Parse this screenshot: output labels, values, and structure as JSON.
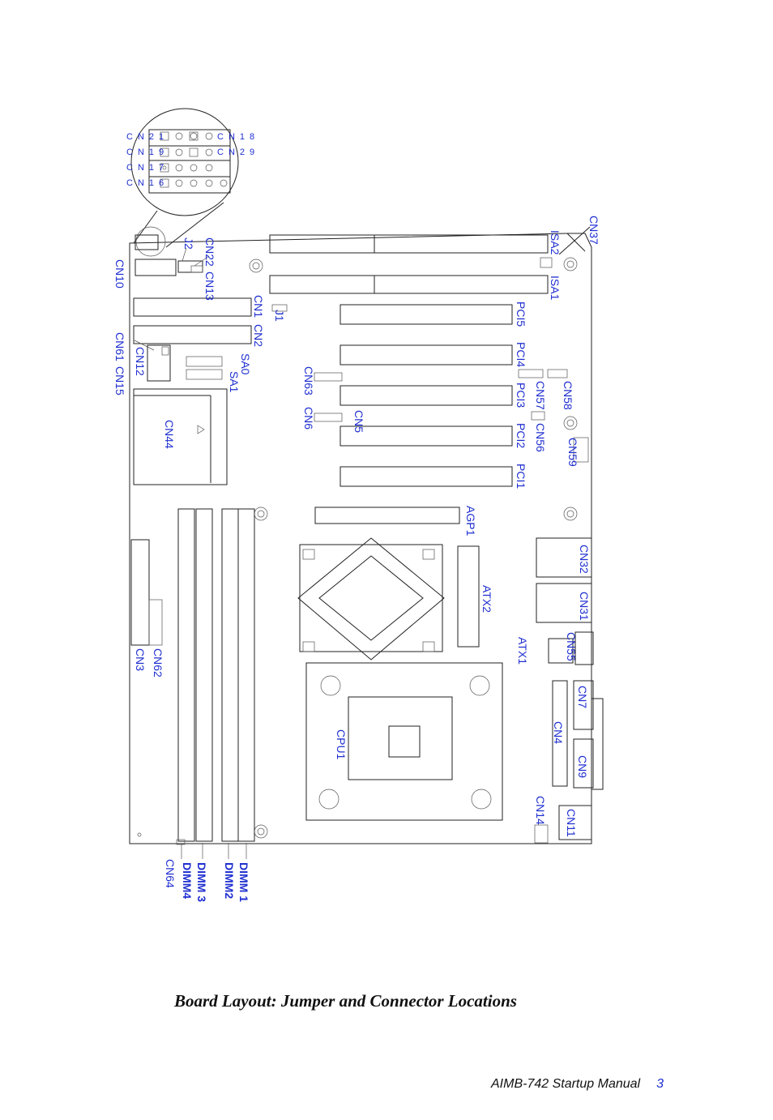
{
  "figure": {
    "caption": "Board Layout: Jumper and Connector Locations",
    "labels": {
      "cn21": "CN21",
      "cn19": "CN19",
      "cn17": "CN17",
      "cn16": "CN16",
      "cn18": "CN18",
      "cn29": "CN29",
      "cn37": "CN37",
      "cn10": "CN10",
      "j2": "J2",
      "cn22": "CN22",
      "cn13": "CN13",
      "isa2": "ISA2",
      "isa1": "ISA1",
      "cn1": "CN1",
      "j1": "J1",
      "cn2": "CN2",
      "pci5": "PCI5",
      "pci4": "PCI4",
      "pci3": "PCI3",
      "pci2": "PCI2",
      "pci1": "PCI1",
      "cn61": "CN61",
      "cn12": "CN12",
      "cn15": "CN15",
      "sa0": "SA0",
      "sa1": "SA1",
      "cn63": "CN63",
      "cn6": "CN6",
      "cn5": "CN5",
      "cn58": "CN58",
      "cn57": "CN57",
      "cn56": "CN56",
      "cn59": "CN59",
      "cn44": "CN44",
      "agp1": "AGP1",
      "cn32": "CN32",
      "cn31": "CN31",
      "atx2": "ATX2",
      "atx1": "ATX1",
      "cn55": "CN55",
      "cn3": "CN3",
      "cn62": "CN62",
      "cn7": "CN7",
      "cn4": "CN4",
      "cn9": "CN9",
      "cpu1": "CPU1",
      "cn14": "CN14",
      "cn11": "CN11",
      "cn64": "CN64",
      "dimm4": "DIMM4",
      "dimm3": "DIMM 3",
      "dimm2": "DIMM2",
      "dimm1": "DIMM 1"
    }
  },
  "footer": {
    "manual": "AIMB-742  Startup Manual",
    "page": "3"
  }
}
